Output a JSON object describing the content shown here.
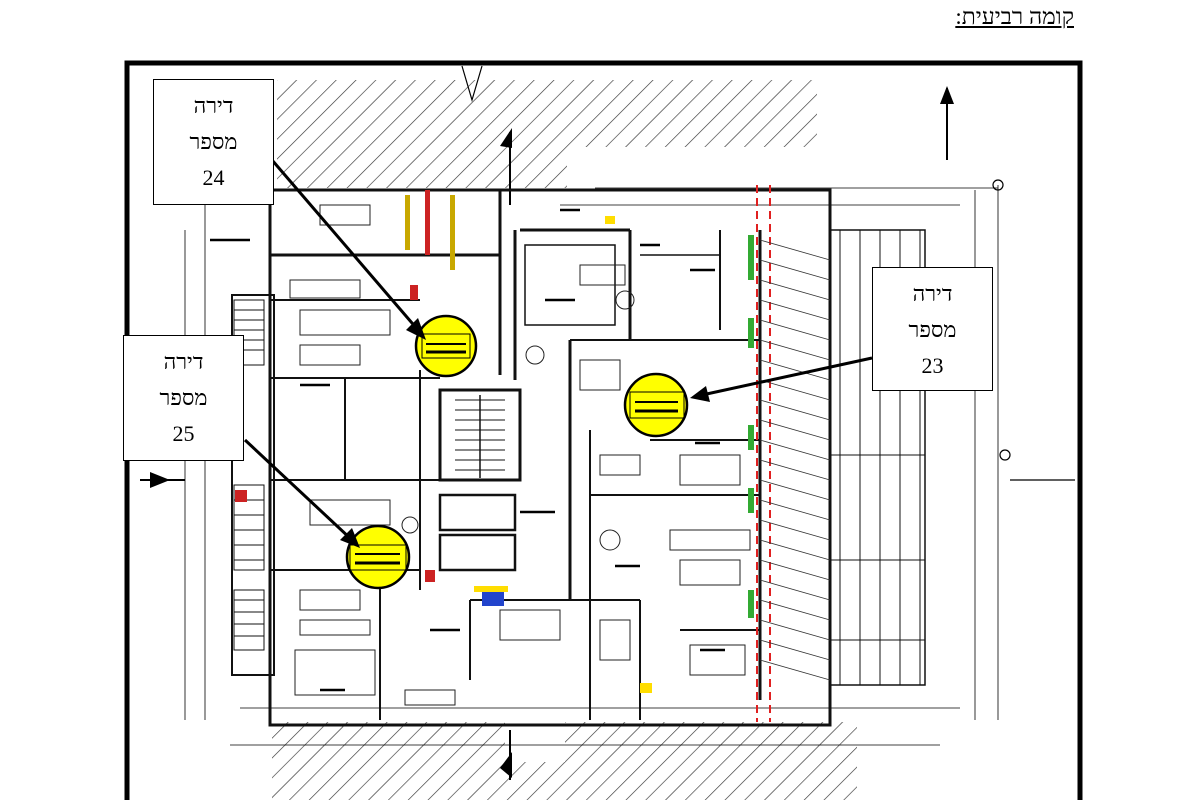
{
  "page": {
    "title": "קומה רביעית:"
  },
  "callouts": [
    {
      "id": "24",
      "line1": "דירה",
      "line2": "מספר",
      "number": "24"
    },
    {
      "id": "23",
      "line1": "דירה",
      "line2": "מספר",
      "number": "23"
    },
    {
      "id": "25",
      "line1": "דירה",
      "line2": "מספר",
      "number": "25"
    }
  ],
  "colors": {
    "highlight_fill": "#ffff00",
    "highlight_ring": "#000000",
    "dashed_line": "#e02020",
    "accent_green": "#33aa33",
    "accent_blue": "#2244cc",
    "wall": "#111111",
    "hatch": "#333333"
  }
}
